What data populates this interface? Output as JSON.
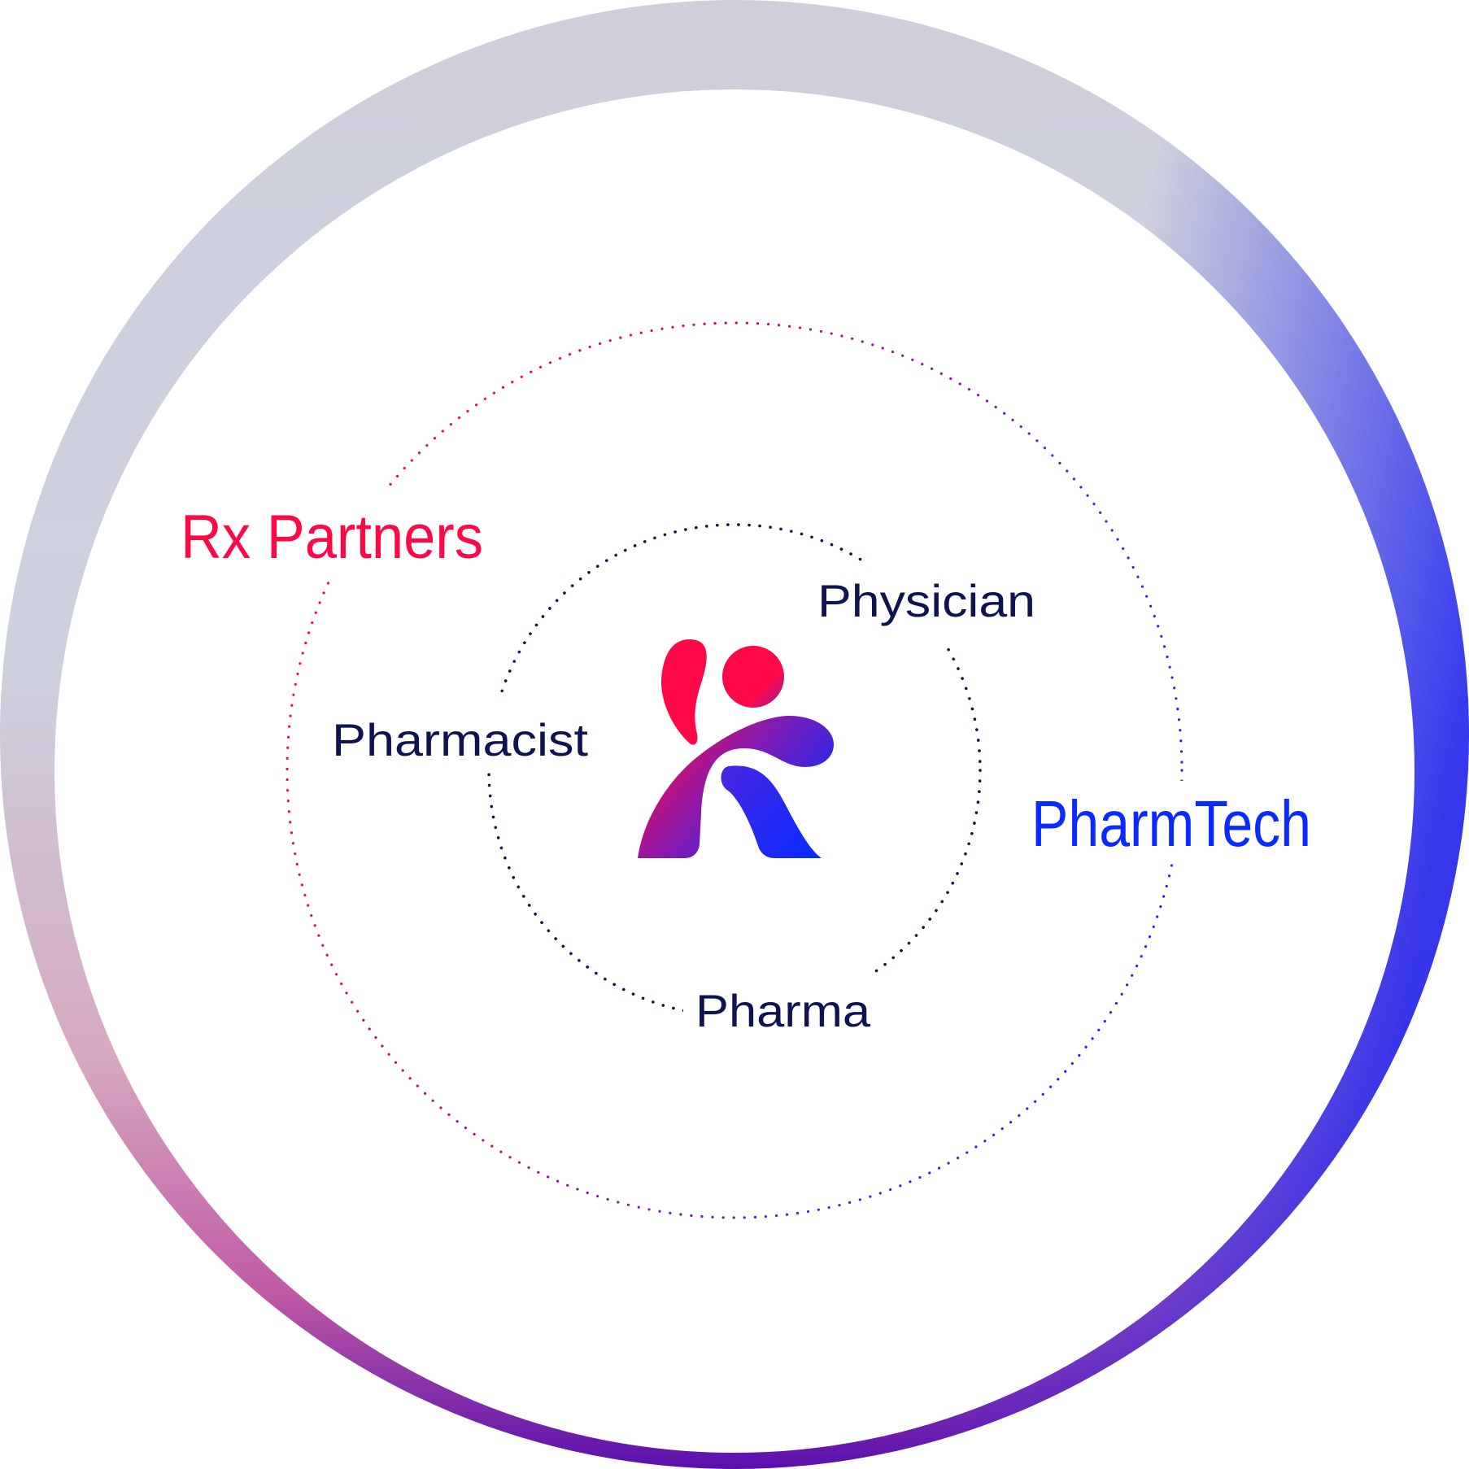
{
  "diagram": {
    "outer_labels": {
      "rx_partners": "Rx Partners",
      "pharmtech": "PharmTech"
    },
    "inner_labels": {
      "physician": "Physician",
      "pharmacist": "Pharmacist",
      "pharma": "Pharma"
    },
    "logo_icon": "person-figure-logo"
  },
  "colors": {
    "red": "#ff0848",
    "blue": "#0a2bff",
    "navy": "#0f1450",
    "purple": "#6b12a8",
    "ring_gray": "#cdd2de"
  }
}
